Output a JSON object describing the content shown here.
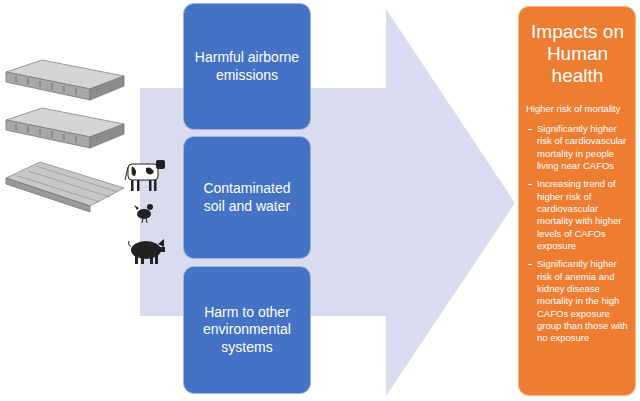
{
  "diagram": {
    "nodes": [
      {
        "text": [
          "Harmful airborne emissions"
        ]
      },
      {
        "text": [
          "Contaminated soil and water"
        ]
      },
      {
        "text": [
          "Harm to other environmental systems"
        ]
      },
      {
        "text": [
          "Impacts on Human health",
          "Higher risk of mortality",
          "Significantly higher risk of cardiovascular mortality in people living near CAFOs",
          "Increasing trend of higher risk of cardiovascular mortality with higher levels of CAFOs exposure",
          "Significantly higher risk of anemia and kidney disease mortality in the high CAFOs exposure group than those with no exposure"
        ]
      }
    ]
  }
}
